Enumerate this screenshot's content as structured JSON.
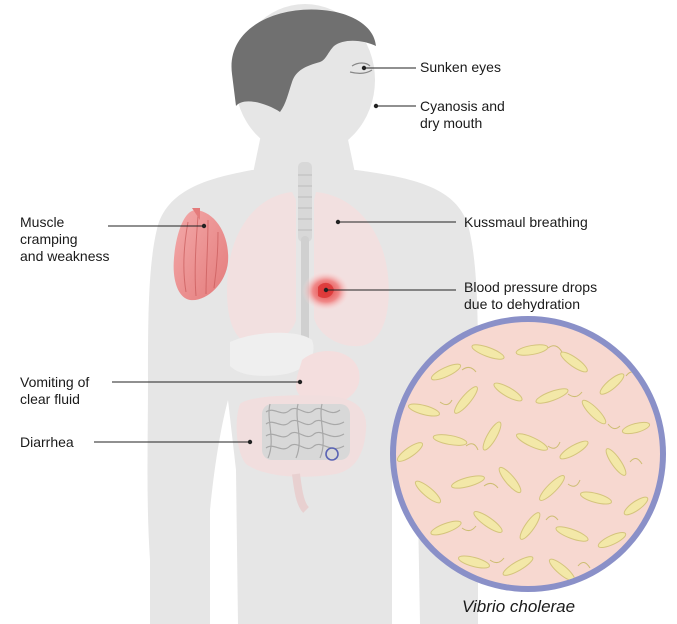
{
  "labels": {
    "sunken_eyes": "Sunken eyes",
    "cyanosis_1": "Cyanosis and",
    "cyanosis_2": "dry mouth",
    "muscle_1": "Muscle",
    "muscle_2": "cramping",
    "muscle_3": "and weakness",
    "kussmaul": "Kussmaul breathing",
    "bp_1": "Blood pressure drops",
    "bp_2": "due to dehydration",
    "vomit_1": "Vomiting of",
    "vomit_2": "clear fluid",
    "diarrhea": "Diarrhea"
  },
  "caption": "Vibrio cholerae",
  "colors": {
    "body": "#e6e6e6",
    "hair": "#707070",
    "muscle": "#ec8f8f",
    "lungs": "#f2e0e0",
    "bacteria_field": "#f7d8d0",
    "bacteria_ring": "#8a90c8",
    "bacteria": "#f3e8a8"
  }
}
